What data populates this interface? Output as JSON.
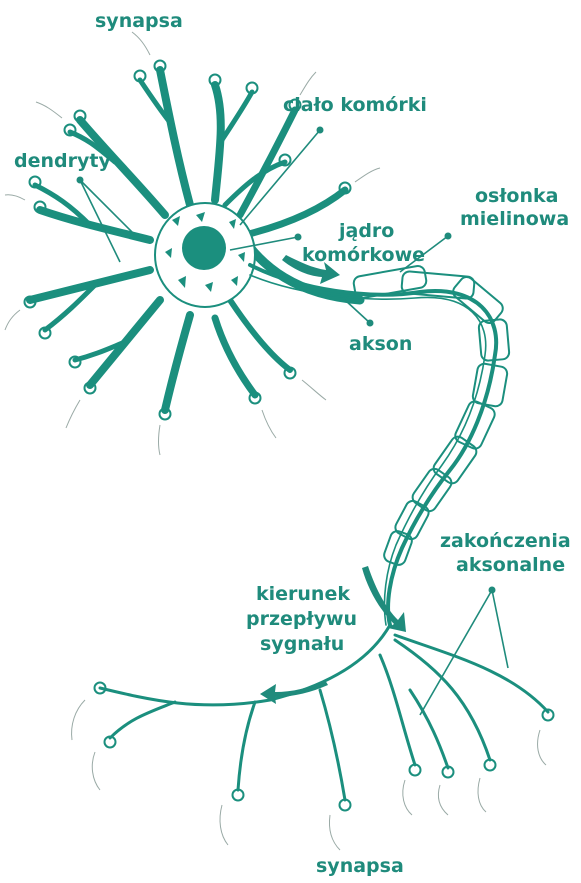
{
  "colors": {
    "neuron": "#1b8f7e",
    "leader": "#1f8b7c",
    "sketch": "#9aaaa6",
    "text": "#1f8b7c"
  },
  "labels": {
    "synapse_top": "synapsa",
    "cell_body": "ciało komórki",
    "dendrites": "dendryty",
    "nucleus_line1": "jądro",
    "nucleus_line2": "komórkowe",
    "myelin_line1": "osłonka",
    "myelin_line2": "mielinowa",
    "axon": "akson",
    "terminals_line1": "zakończenia",
    "terminals_line2": "aksonalne",
    "flow_line1": "kierunek",
    "flow_line2": "przepływu",
    "flow_line3": "sygnału",
    "synapse_bottom": "synapsa"
  }
}
